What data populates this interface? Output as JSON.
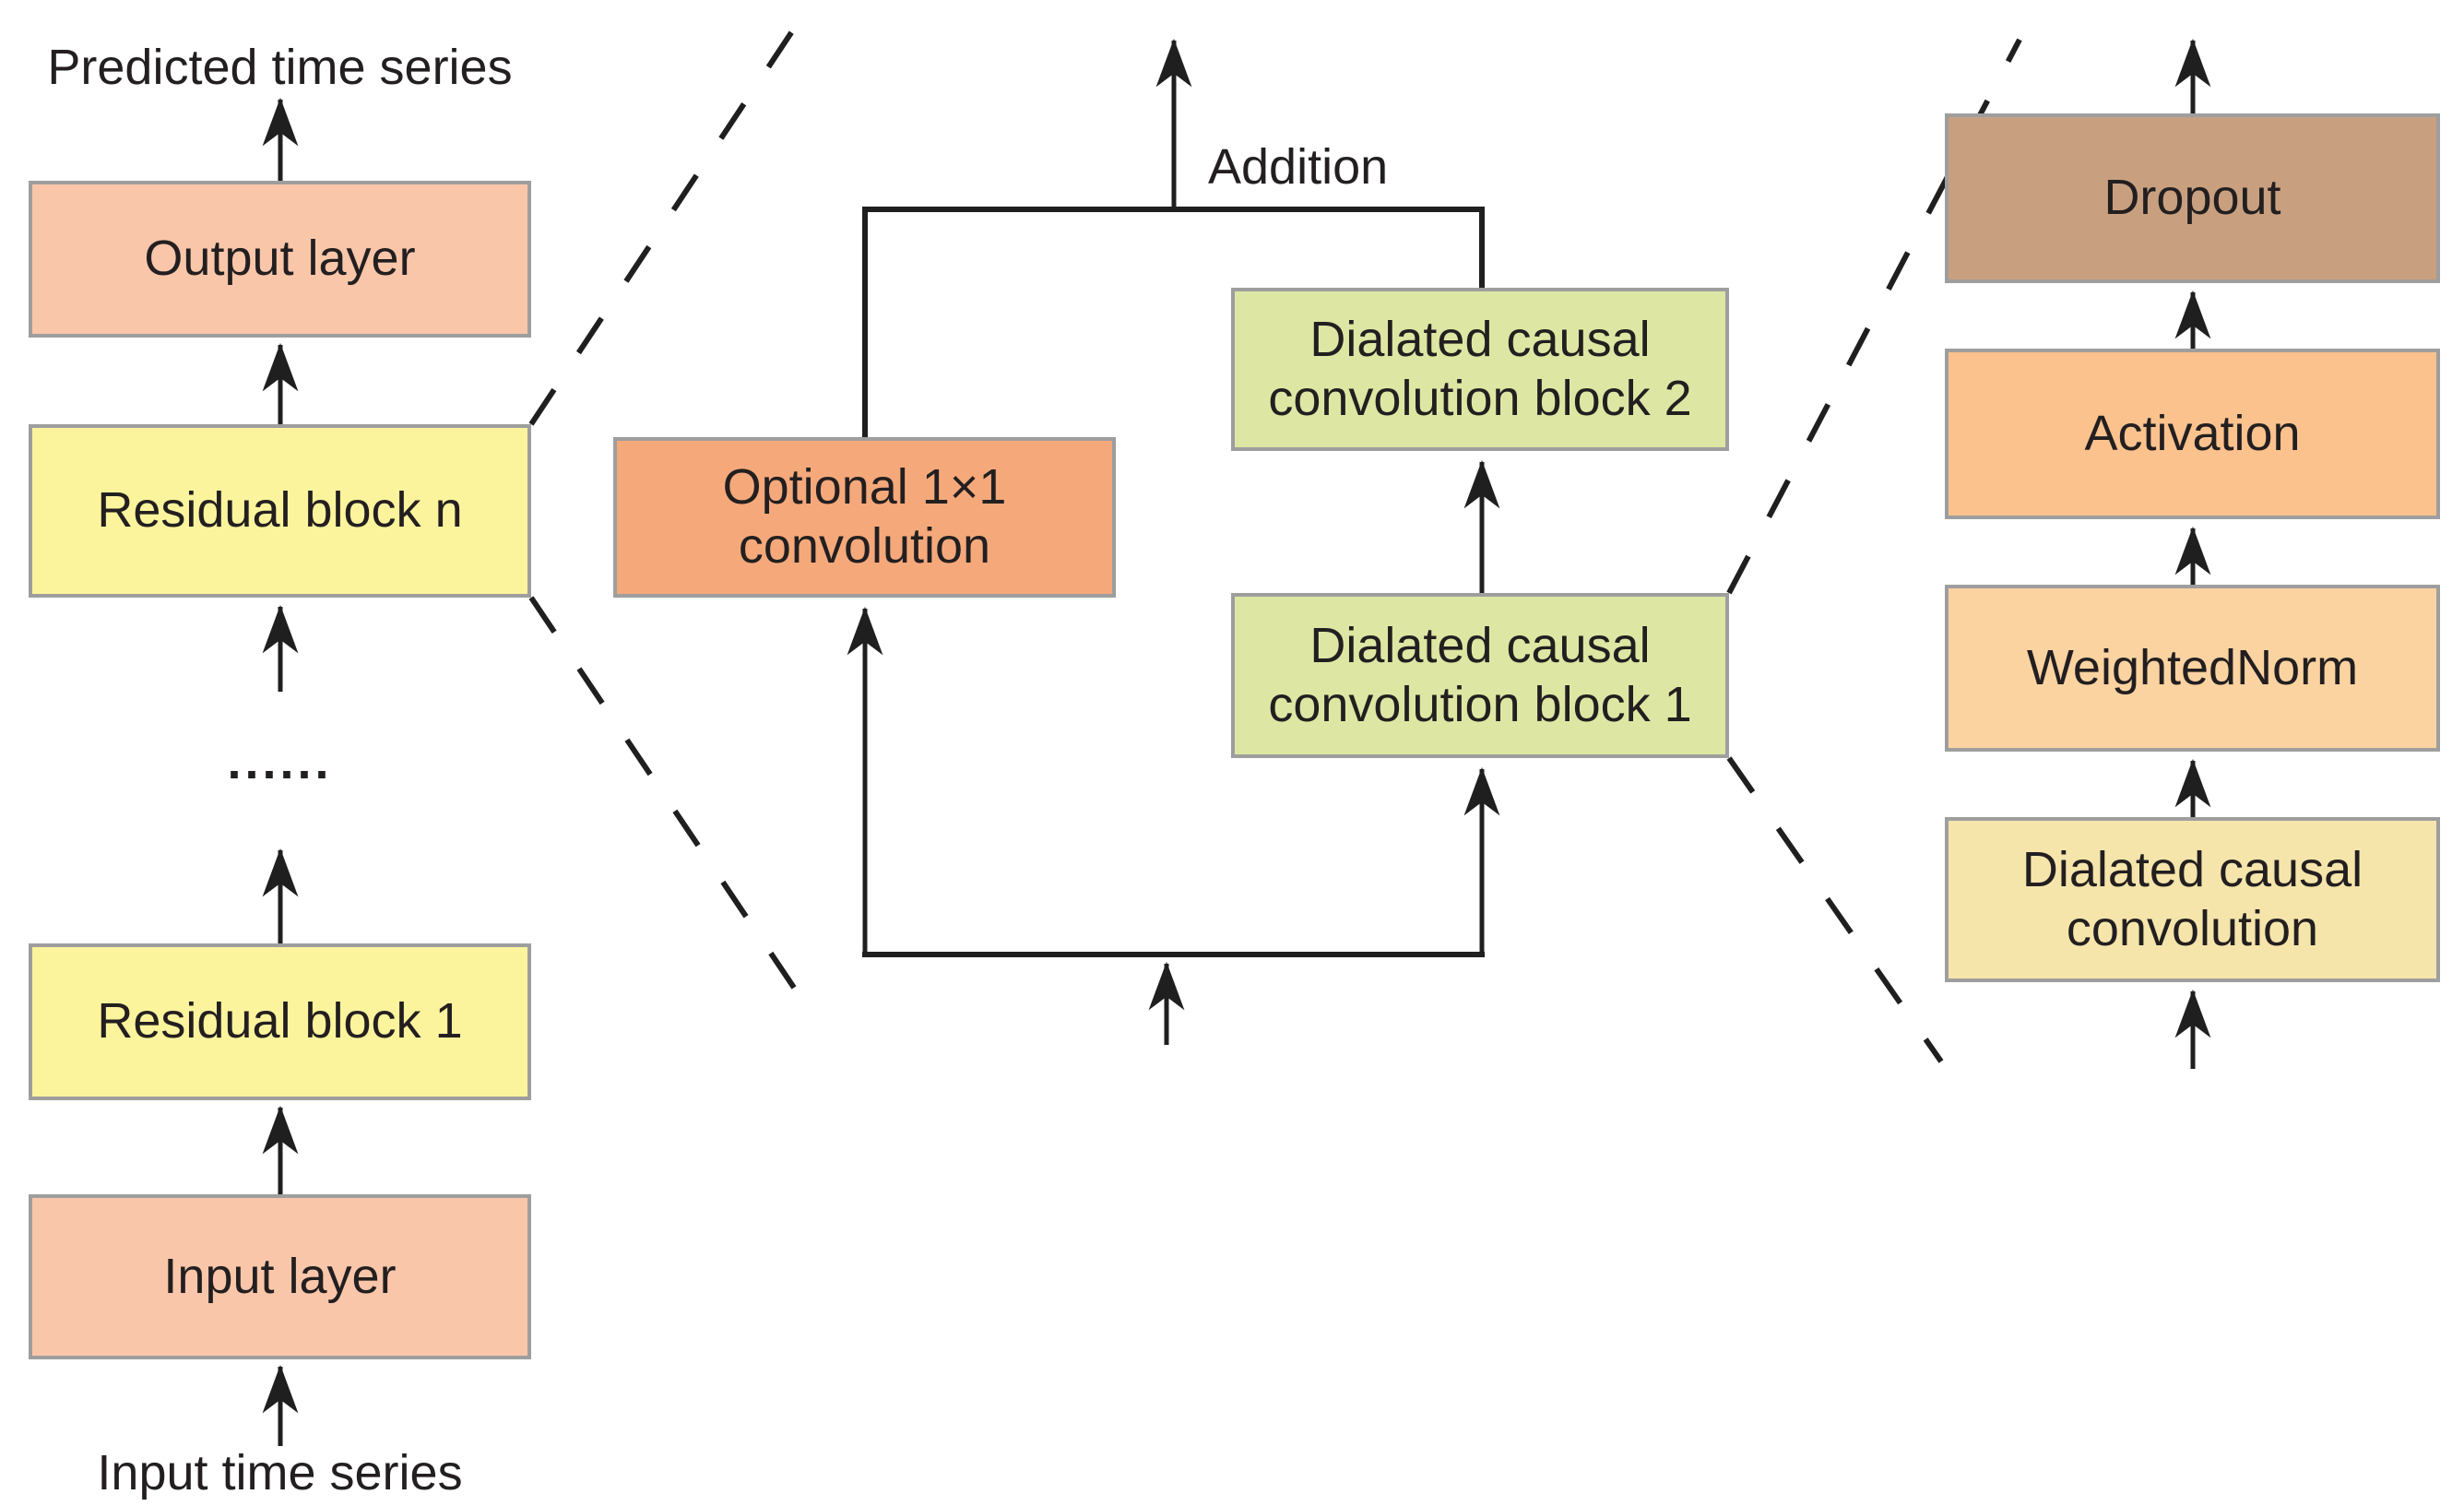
{
  "labels": {
    "predicted_time_series": "Predicted time series",
    "input_time_series": "Input time series",
    "dots": "......",
    "addition": "Addition"
  },
  "left_column": {
    "nodes": [
      {
        "id": "output-layer",
        "label": "Output layer",
        "color": "#F9C6AA"
      },
      {
        "id": "residual-block-n",
        "label": "Residual block n",
        "color": "#FCF49D"
      },
      {
        "id": "residual-block-1",
        "label": "Residual block 1",
        "color": "#FCF49D"
      },
      {
        "id": "input-layer",
        "label": "Input layer",
        "color": "#F9C6AA"
      }
    ]
  },
  "middle_panel": {
    "nodes": [
      {
        "id": "optional-1x1-convolution",
        "label": "Optional 1×1\nconvolution",
        "color": "#F5A97B"
      },
      {
        "id": "dialated-causal-convolution-block-2",
        "label": "Dialated causal\nconvolution block 2",
        "color": "#DDE7A3"
      },
      {
        "id": "dialated-causal-convolution-block-1",
        "label": "Dialated causal\nconvolution block 1",
        "color": "#DDE7A3"
      }
    ]
  },
  "right_column": {
    "nodes": [
      {
        "id": "dropout",
        "label": "Dropout",
        "color": "#C9A07F"
      },
      {
        "id": "activation",
        "label": "Activation",
        "color": "#FBC28E"
      },
      {
        "id": "weightednorm",
        "label": "WeightedNorm",
        "color": "#FBD3A1"
      },
      {
        "id": "dialated-causal-convolution",
        "label": "Dialated causal\nconvolution",
        "color": "#F6E5AB"
      }
    ]
  },
  "style": {
    "border_color": "#9E9E9E",
    "line_color": "#1F1F1F",
    "text_color": "#231F20",
    "background": "#FFFFFF"
  }
}
